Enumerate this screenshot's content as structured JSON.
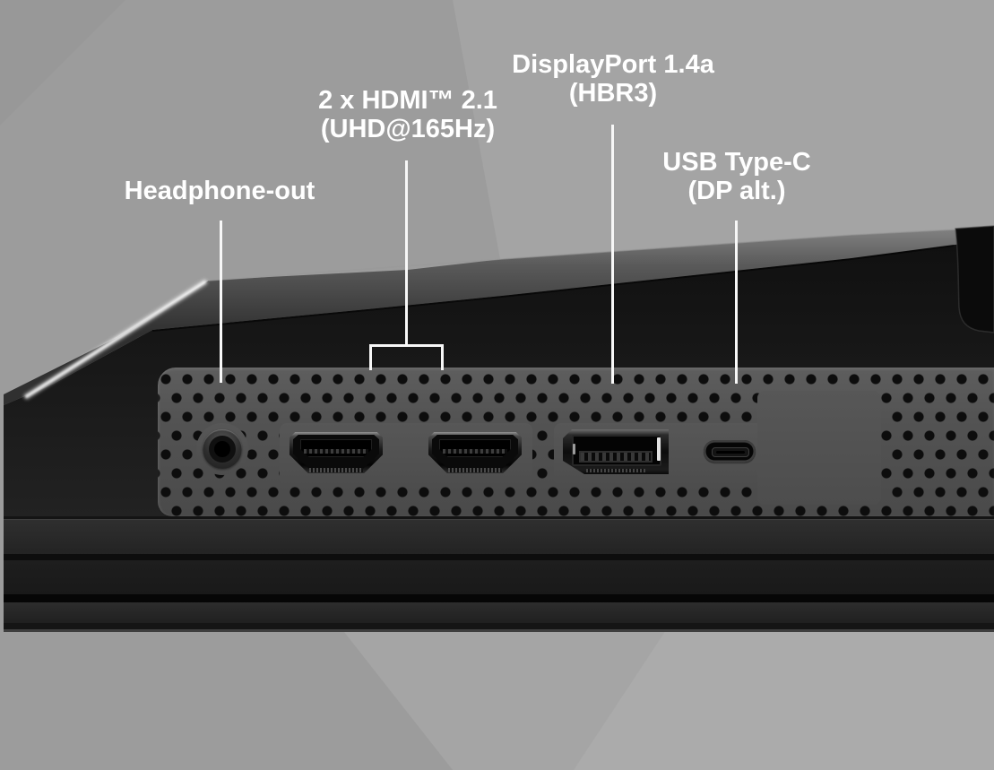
{
  "annotations": {
    "headphone": {
      "line1": "Headphone-out"
    },
    "hdmi": {
      "line1": "2 x HDMI™ 2.1",
      "line2": "(UHD@165Hz)"
    },
    "displayport": {
      "line1": "DisplayPort 1.4a",
      "line2": "(HBR3)"
    },
    "usbc": {
      "line1": "USB Type-C",
      "line2": "(DP alt.)"
    }
  },
  "ports": [
    {
      "name": "headphone-jack-port"
    },
    {
      "name": "hdmi-port-1"
    },
    {
      "name": "hdmi-port-2"
    },
    {
      "name": "displayport-port"
    },
    {
      "name": "usb-type-c-port"
    }
  ],
  "colors": {
    "background": "#9c9c9c",
    "label_text": "#ffffff",
    "leader_line": "#f7f7f7",
    "monitor_body": "#1a1a1a",
    "io_panel": "#535353",
    "perforation_dot": "#0d0d0d"
  }
}
